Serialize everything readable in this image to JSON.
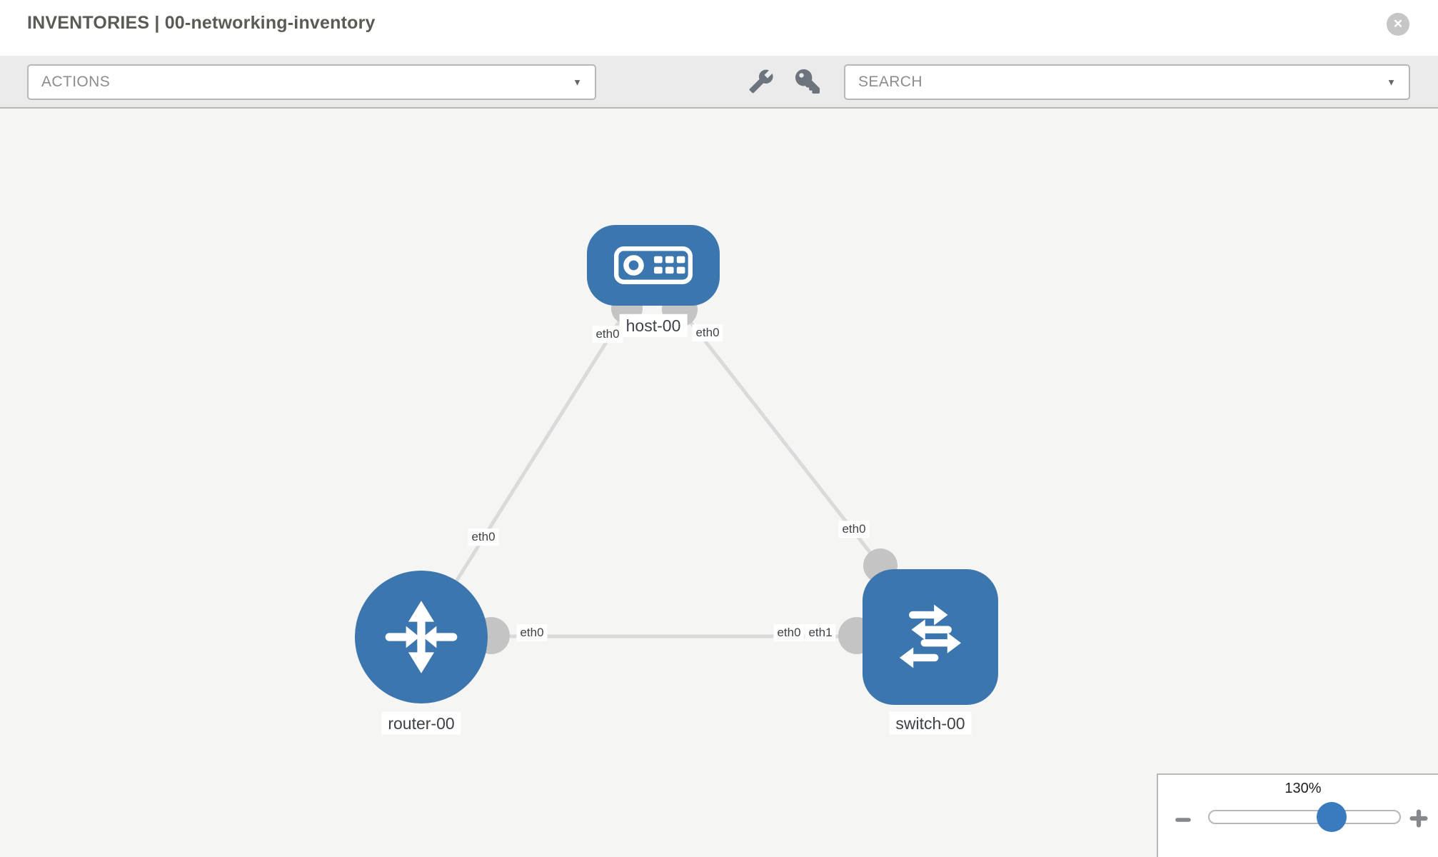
{
  "header": {
    "title": "INVENTORIES | 00-networking-inventory",
    "close_glyph": "✕"
  },
  "toolbar": {
    "actions": {
      "label": "ACTIONS"
    },
    "search": {
      "label": "SEARCH"
    },
    "icon_names": [
      "wrench-icon",
      "key-icon"
    ]
  },
  "graph": {
    "nodes": [
      {
        "id": "host-00",
        "type": "host",
        "label": "host-00"
      },
      {
        "id": "router-00",
        "type": "router",
        "label": "router-00"
      },
      {
        "id": "switch-00",
        "type": "switch",
        "label": "switch-00"
      }
    ],
    "links": [
      {
        "source": "router-00",
        "target": "host-00",
        "source_interface": "eth0",
        "target_interface": "eth0"
      },
      {
        "source": "switch-00",
        "target": "host-00",
        "source_interface": "eth0",
        "target_interface": "eth0"
      },
      {
        "source": "router-00",
        "target": "switch-00",
        "source_interface": "eth0",
        "target_interface": "eth1",
        "target_interface_overlapped": "eth0"
      }
    ]
  },
  "zoom_control": {
    "value_label": "130%",
    "percent": 130,
    "minus_label": "−",
    "plus_label": "+"
  },
  "colors": {
    "node_blue": "#3b76af",
    "slider_thumb_blue": "#3a7abe",
    "edge_gray": "#dadada",
    "endpoint_gray": "#c4c4c4",
    "toolbar_bg": "#ebebeb",
    "canvas_bg": "#f5f5f4"
  }
}
